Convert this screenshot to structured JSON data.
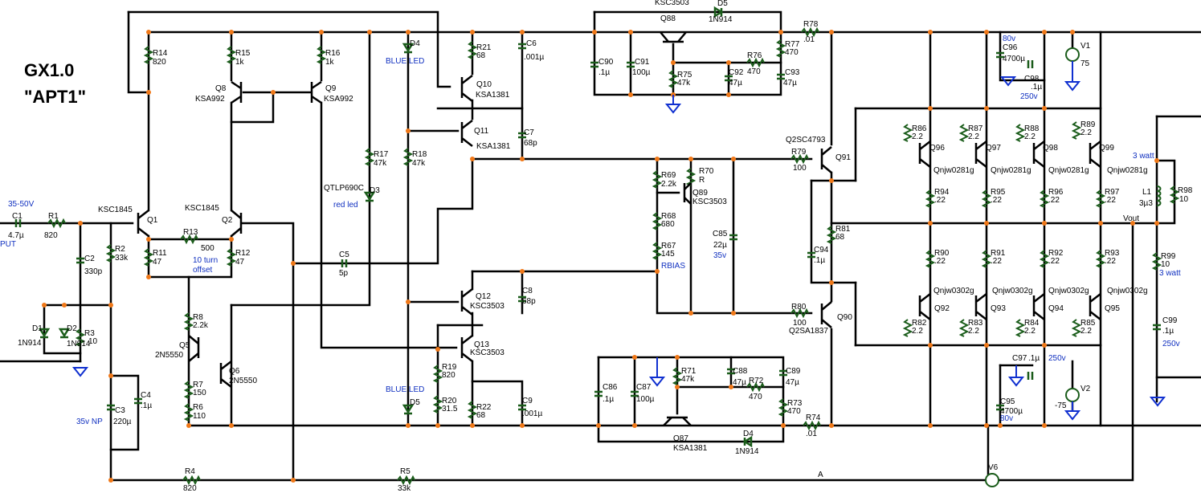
{
  "title": {
    "line1": "GX1.0",
    "line2": "\"APT1\""
  },
  "labels": {
    "supply_range": "35-50V",
    "input": "PUT",
    "offset_pot": "10 turn",
    "offset": "offset",
    "blue_led_top": "BLUE LED",
    "blue_led_bottom": "BLUE LED",
    "red_led": "red led",
    "rbias": "RBIAS",
    "c85_v": "35v",
    "c96_v": "80v",
    "c98_v": "250v",
    "c97_v": "250v",
    "c95_v": "80v",
    "c99_v": "250v",
    "r99_w": "3 watt",
    "l1_w": "3 watt",
    "c3_v": "35v NP",
    "vout": "Vout",
    "node_a": "A"
  },
  "resistors": [
    {
      "ref": "R14",
      "val": "820"
    },
    {
      "ref": "R15",
      "val": "1k"
    },
    {
      "ref": "R16",
      "val": "1k"
    },
    {
      "ref": "R21",
      "val": "68"
    },
    {
      "ref": "R17",
      "val": "47k"
    },
    {
      "ref": "R18",
      "val": "47k"
    },
    {
      "ref": "R1",
      "val": "820"
    },
    {
      "ref": "R2",
      "val": "33k"
    },
    {
      "ref": "R3",
      "val": "10"
    },
    {
      "ref": "R11",
      "val": "47"
    },
    {
      "ref": "R12",
      "val": "47"
    },
    {
      "ref": "R13",
      "val": "500"
    },
    {
      "ref": "R8",
      "val": "2.2k"
    },
    {
      "ref": "R7",
      "val": "150"
    },
    {
      "ref": "R6",
      "val": "110"
    },
    {
      "ref": "R19",
      "val": "820"
    },
    {
      "ref": "R20",
      "val": "31.5"
    },
    {
      "ref": "R22",
      "val": "68"
    },
    {
      "ref": "R4",
      "val": "820"
    },
    {
      "ref": "R5",
      "val": "33k"
    },
    {
      "ref": "R75",
      "val": "47k"
    },
    {
      "ref": "R76",
      "val": "470"
    },
    {
      "ref": "R77",
      "val": "470"
    },
    {
      "ref": "R78",
      "val": ".01"
    },
    {
      "ref": "R69",
      "val": "2.2k"
    },
    {
      "ref": "R70",
      "val": "R"
    },
    {
      "ref": "R68",
      "val": "680"
    },
    {
      "ref": "R67",
      "val": "145"
    },
    {
      "ref": "R79",
      "val": "100"
    },
    {
      "ref": "R80",
      "val": "100"
    },
    {
      "ref": "R81",
      "val": "68"
    },
    {
      "ref": "R71",
      "val": "47k"
    },
    {
      "ref": "R72",
      "val": "470"
    },
    {
      "ref": "R73",
      "val": "470"
    },
    {
      "ref": "R74",
      "val": ".01"
    },
    {
      "ref": "R86",
      "val": "2.2"
    },
    {
      "ref": "R87",
      "val": "2.2"
    },
    {
      "ref": "R88",
      "val": "2.2"
    },
    {
      "ref": "R89",
      "val": "2.2"
    },
    {
      "ref": "R94",
      "val": ".22"
    },
    {
      "ref": "R95",
      "val": ".22"
    },
    {
      "ref": "R96",
      "val": ".22"
    },
    {
      "ref": "R97",
      "val": ".22"
    },
    {
      "ref": "R90",
      "val": ".22"
    },
    {
      "ref": "R91",
      "val": ".22"
    },
    {
      "ref": "R92",
      "val": ".22"
    },
    {
      "ref": "R93",
      "val": ".22"
    },
    {
      "ref": "R82",
      "val": "2.2"
    },
    {
      "ref": "R83",
      "val": "2.2"
    },
    {
      "ref": "R84",
      "val": "2.2"
    },
    {
      "ref": "R85",
      "val": "2.2"
    },
    {
      "ref": "R98",
      "val": "10"
    },
    {
      "ref": "R99",
      "val": "10"
    }
  ],
  "capacitors": [
    {
      "ref": "C1",
      "val": "4.7µ"
    },
    {
      "ref": "C2",
      "val": "330p"
    },
    {
      "ref": "C3",
      "val": "220µ"
    },
    {
      "ref": "C4",
      "val": ".1µ"
    },
    {
      "ref": "C5",
      "val": "5p"
    },
    {
      "ref": "C6",
      "val": ".001µ"
    },
    {
      "ref": "C7",
      "val": "68p"
    },
    {
      "ref": "C8",
      "val": "68p"
    },
    {
      "ref": "C9",
      "val": ".001µ"
    },
    {
      "ref": "C90",
      "val": ".1µ"
    },
    {
      "ref": "C91",
      "val": "100µ"
    },
    {
      "ref": "C92",
      "val": "47µ"
    },
    {
      "ref": "C93",
      "val": "47µ"
    },
    {
      "ref": "C85",
      "val": "22µ"
    },
    {
      "ref": "C94",
      "val": ".1µ"
    },
    {
      "ref": "C86",
      "val": ".1µ"
    },
    {
      "ref": "C87",
      "val": "100µ"
    },
    {
      "ref": "C88",
      "val": "47µ"
    },
    {
      "ref": "C89",
      "val": "47µ"
    },
    {
      "ref": "C96",
      "val": "4700µ"
    },
    {
      "ref": "C98",
      "val": ".1µ"
    },
    {
      "ref": "C97",
      "val": ".1µ"
    },
    {
      "ref": "C95",
      "val": "4700µ"
    },
    {
      "ref": "C99",
      "val": ".1µ"
    }
  ],
  "transistors": [
    {
      "ref": "Q1",
      "part": "KSC1845"
    },
    {
      "ref": "Q2",
      "part": "KSC1845"
    },
    {
      "ref": "Q8",
      "part": "KSA992"
    },
    {
      "ref": "Q9",
      "part": "KSA992"
    },
    {
      "ref": "Q10",
      "part": "KSA1381"
    },
    {
      "ref": "Q11",
      "part": "KSA1381"
    },
    {
      "ref": "Q12",
      "part": "KSC3503"
    },
    {
      "ref": "Q13",
      "part": "KSC3503"
    },
    {
      "ref": "Q5",
      "part": "2N5550"
    },
    {
      "ref": "Q6",
      "part": "2N5550"
    },
    {
      "ref": "Q88",
      "part": "KSC3503"
    },
    {
      "ref": "Q89",
      "part": "KSC3503"
    },
    {
      "ref": "Q87",
      "part": "KSA1381"
    },
    {
      "ref": "Q91",
      "part": "Q2SC4793"
    },
    {
      "ref": "Q90",
      "part": "Q2SA1837"
    },
    {
      "ref": "Q96",
      "part": "Qnjw0281g"
    },
    {
      "ref": "Q97",
      "part": "Qnjw0281g"
    },
    {
      "ref": "Q98",
      "part": "Qnjw0281g"
    },
    {
      "ref": "Q99",
      "part": "Qnjw0281g"
    },
    {
      "ref": "Q92",
      "part": "Qnjw0302g"
    },
    {
      "ref": "Q93",
      "part": "Qnjw0302g"
    },
    {
      "ref": "Q94",
      "part": "Qnjw0302g"
    },
    {
      "ref": "Q95",
      "part": "Qnjw0302g"
    }
  ],
  "diodes": [
    {
      "ref": "D1",
      "part": "1N914"
    },
    {
      "ref": "D2",
      "part": "1N914"
    },
    {
      "ref": "D3",
      "part": "QTLP690C"
    },
    {
      "ref": "D4",
      "part": ""
    },
    {
      "ref": "D5",
      "part": ""
    },
    {
      "ref": "D5b",
      "part": "1N914"
    },
    {
      "ref": "D4b",
      "part": "1N914"
    }
  ],
  "inductors": [
    {
      "ref": "L1",
      "val": "3µ3"
    }
  ],
  "sources": [
    {
      "ref": "V1",
      "val": "75"
    },
    {
      "ref": "V2",
      "val": "-75"
    },
    {
      "ref": "V6",
      "val": ""
    }
  ]
}
